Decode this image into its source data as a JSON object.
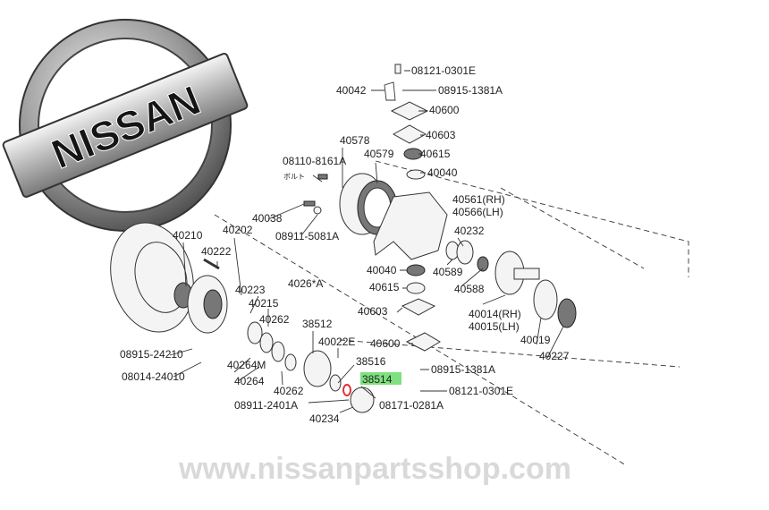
{
  "logo": {
    "brand": "NISSAN"
  },
  "watermark": "www.nissanpartsshop.com",
  "highlight_color": "#7ee07e",
  "labels": {
    "l08121_top": "08121-0301E",
    "l40042": "40042",
    "l08915_top": "08915-1381A",
    "l40600_top": "40600",
    "l40603_top": "40603",
    "l40615_top": "40615",
    "l40040_top": "40040",
    "l40578": "40578",
    "l40579": "40579",
    "l08110": "08110-8161A",
    "l_bolt_jp": "ボルト",
    "l40561": "40561(RH)",
    "l40566": "40566(LH)",
    "l40038": "40038",
    "l08911_5081": "08911-5081A",
    "l40232": "40232",
    "l40210": "40210",
    "l40202": "40202",
    "l40222": "40222",
    "l40040_mid": "40040",
    "l40589": "40589",
    "l40615_mid": "40615",
    "l40588": "40588",
    "l40223": "40223",
    "l40215": "40215",
    "l4026xA": "4026*A",
    "l40262_a": "40262",
    "l38512": "38512",
    "l40603_mid": "40603",
    "l40014": "40014(RH)",
    "l40015": "40015(LH)",
    "l40022E": "40022E",
    "l40600_mid": "40600",
    "l08915_24210": "08915-24210",
    "l40264M": "40264M",
    "l38516": "38516",
    "l40019": "40019",
    "l40227": "40227",
    "l08014": "08014-24010",
    "l40264": "40264",
    "l38514": "38514",
    "l08915_bot": "08915-1381A",
    "l08121_bot": "08121-0301E",
    "l40262_b": "40262",
    "l08911_2401": "08911-2401A",
    "l08171": "08171-0281A",
    "l40234": "40234"
  }
}
